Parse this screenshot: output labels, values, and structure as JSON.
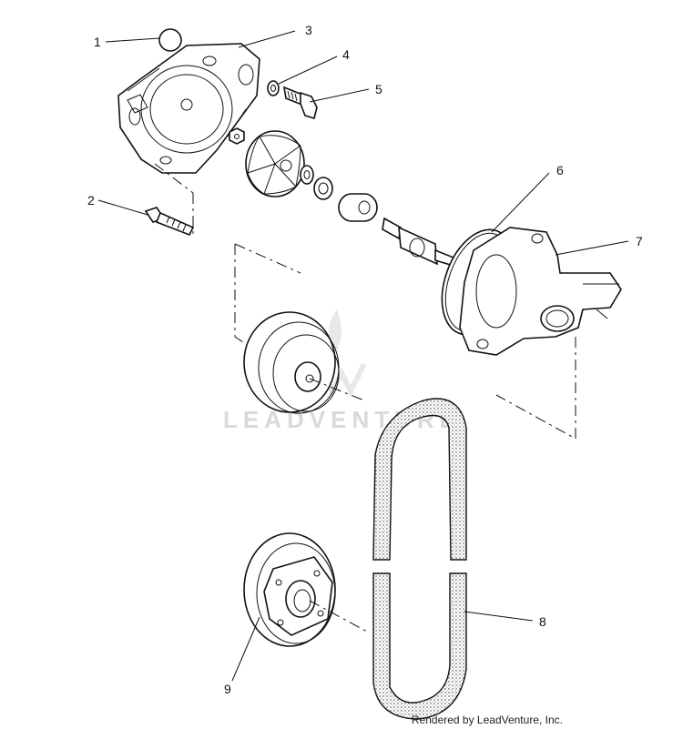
{
  "diagram": {
    "callouts": [
      {
        "id": "1",
        "label": "1"
      },
      {
        "id": "2",
        "label": "2"
      },
      {
        "id": "3",
        "label": "3"
      },
      {
        "id": "4",
        "label": "4"
      },
      {
        "id": "5",
        "label": "5"
      },
      {
        "id": "6",
        "label": "6"
      },
      {
        "id": "7",
        "label": "7"
      },
      {
        "id": "8",
        "label": "8"
      },
      {
        "id": "9",
        "label": "9"
      }
    ],
    "watermark": "LEADVENTURE",
    "credit": "Rendered by LeadVenture, Inc."
  }
}
